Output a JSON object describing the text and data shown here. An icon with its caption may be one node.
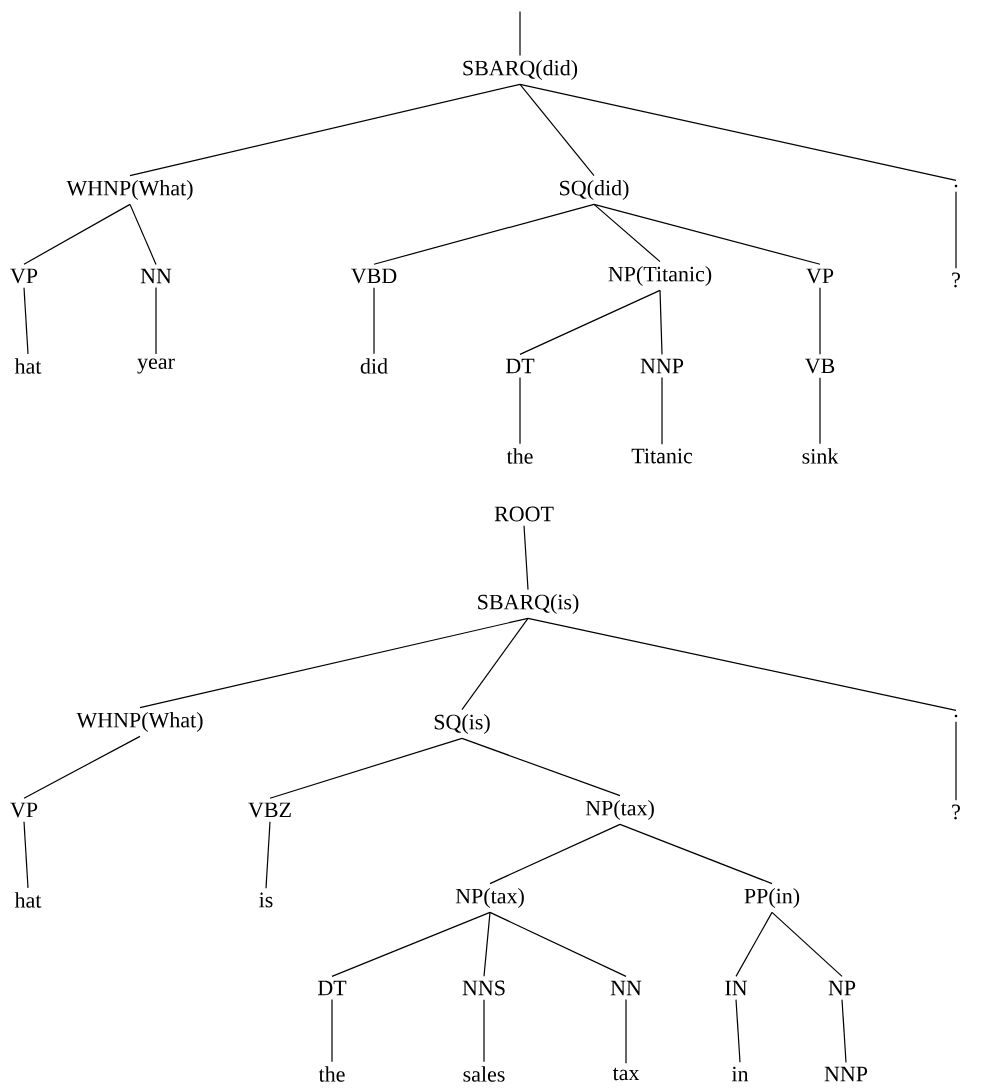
{
  "diagram": {
    "nodes": [
      {
        "text": [
          "SBARQ(did)"
        ]
      },
      {
        "text": [
          "WHNP(What)"
        ]
      },
      {
        "text": [
          "SQ(did)"
        ]
      },
      {
        "text": [
          "."
        ]
      },
      {
        "text": [
          "VP"
        ]
      },
      {
        "text": [
          "NN"
        ]
      },
      {
        "text": [
          "VBD"
        ]
      },
      {
        "text": [
          "NP(Titanic)"
        ]
      },
      {
        "text": [
          "VP"
        ]
      },
      {
        "text": [
          "?"
        ]
      },
      {
        "text": [
          "hat"
        ]
      },
      {
        "text": [
          "year"
        ]
      },
      {
        "text": [
          "did"
        ]
      },
      {
        "text": [
          "DT"
        ]
      },
      {
        "text": [
          "NNP"
        ]
      },
      {
        "text": [
          "VB"
        ]
      },
      {
        "text": [
          "the"
        ]
      },
      {
        "text": [
          "Titanic"
        ]
      },
      {
        "text": [
          "sink"
        ]
      },
      {
        "text": [
          "ROOT"
        ]
      },
      {
        "text": [
          "SBARQ(is)"
        ]
      },
      {
        "text": [
          "WHNP(What)"
        ]
      },
      {
        "text": [
          "SQ(is)"
        ]
      },
      {
        "text": [
          "."
        ]
      },
      {
        "text": [
          "VP"
        ]
      },
      {
        "text": [
          "VBZ"
        ]
      },
      {
        "text": [
          "NP(tax)"
        ]
      },
      {
        "text": [
          "?"
        ]
      },
      {
        "text": [
          "hat"
        ]
      },
      {
        "text": [
          "is"
        ]
      },
      {
        "text": [
          "NP(tax)"
        ]
      },
      {
        "text": [
          "PP(in)"
        ]
      },
      {
        "text": [
          "DT"
        ]
      },
      {
        "text": [
          "NNS"
        ]
      },
      {
        "text": [
          "NN"
        ]
      },
      {
        "text": [
          "IN"
        ]
      },
      {
        "text": [
          "NP"
        ]
      },
      {
        "text": [
          "the"
        ]
      },
      {
        "text": [
          "sales"
        ]
      },
      {
        "text": [
          "tax"
        ]
      },
      {
        "text": [
          "in"
        ]
      },
      {
        "text": [
          "NNP"
        ]
      }
    ],
    "edges": [
      {
        "from": null,
        "to": 0,
        "arrow": "none"
      },
      {
        "from": 0,
        "to": 1,
        "arrow": "none"
      },
      {
        "from": 0,
        "to": 2,
        "arrow": "none"
      },
      {
        "from": 0,
        "to": 3,
        "arrow": "none"
      },
      {
        "from": 1,
        "to": 4,
        "arrow": "none"
      },
      {
        "from": 1,
        "to": 5,
        "arrow": "none"
      },
      {
        "from": 2,
        "to": 6,
        "arrow": "none"
      },
      {
        "from": 2,
        "to": 7,
        "arrow": "none"
      },
      {
        "from": 2,
        "to": 8,
        "arrow": "none"
      },
      {
        "from": 3,
        "to": 9,
        "arrow": "none"
      },
      {
        "from": 4,
        "to": 10,
        "arrow": "none"
      },
      {
        "from": 5,
        "to": 11,
        "arrow": "none"
      },
      {
        "from": 6,
        "to": 12,
        "arrow": "none"
      },
      {
        "from": 7,
        "to": 13,
        "arrow": "none"
      },
      {
        "from": 7,
        "to": 14,
        "arrow": "none"
      },
      {
        "from": 8,
        "to": 15,
        "arrow": "none"
      },
      {
        "from": 13,
        "to": 16,
        "arrow": "none"
      },
      {
        "from": 14,
        "to": 17,
        "arrow": "none"
      },
      {
        "from": 15,
        "to": 18,
        "arrow": "none"
      },
      {
        "from": 19,
        "to": 20,
        "arrow": "none"
      },
      {
        "from": 20,
        "to": 21,
        "arrow": "none"
      },
      {
        "from": 20,
        "to": 22,
        "arrow": "none"
      },
      {
        "from": 20,
        "to": 23,
        "arrow": "none"
      },
      {
        "from": 21,
        "to": 24,
        "arrow": "none"
      },
      {
        "from": 22,
        "to": 25,
        "arrow": "none"
      },
      {
        "from": 22,
        "to": 26,
        "arrow": "none"
      },
      {
        "from": 23,
        "to": 27,
        "arrow": "none"
      },
      {
        "from": 24,
        "to": 28,
        "arrow": "none"
      },
      {
        "from": 25,
        "to": 29,
        "arrow": "none"
      },
      {
        "from": 26,
        "to": 30,
        "arrow": "none"
      },
      {
        "from": 26,
        "to": 31,
        "arrow": "none"
      },
      {
        "from": 30,
        "to": 32,
        "arrow": "none"
      },
      {
        "from": 30,
        "to": 33,
        "arrow": "none"
      },
      {
        "from": 30,
        "to": 34,
        "arrow": "none"
      },
      {
        "from": 31,
        "to": 35,
        "arrow": "none"
      },
      {
        "from": 31,
        "to": 36,
        "arrow": "none"
      },
      {
        "from": 32,
        "to": 37,
        "arrow": "none"
      },
      {
        "from": 33,
        "to": 38,
        "arrow": "none"
      },
      {
        "from": 34,
        "to": 39,
        "arrow": "none"
      },
      {
        "from": 35,
        "to": 40,
        "arrow": "none"
      },
      {
        "from": 36,
        "to": 41,
        "arrow": "none"
      }
    ]
  }
}
